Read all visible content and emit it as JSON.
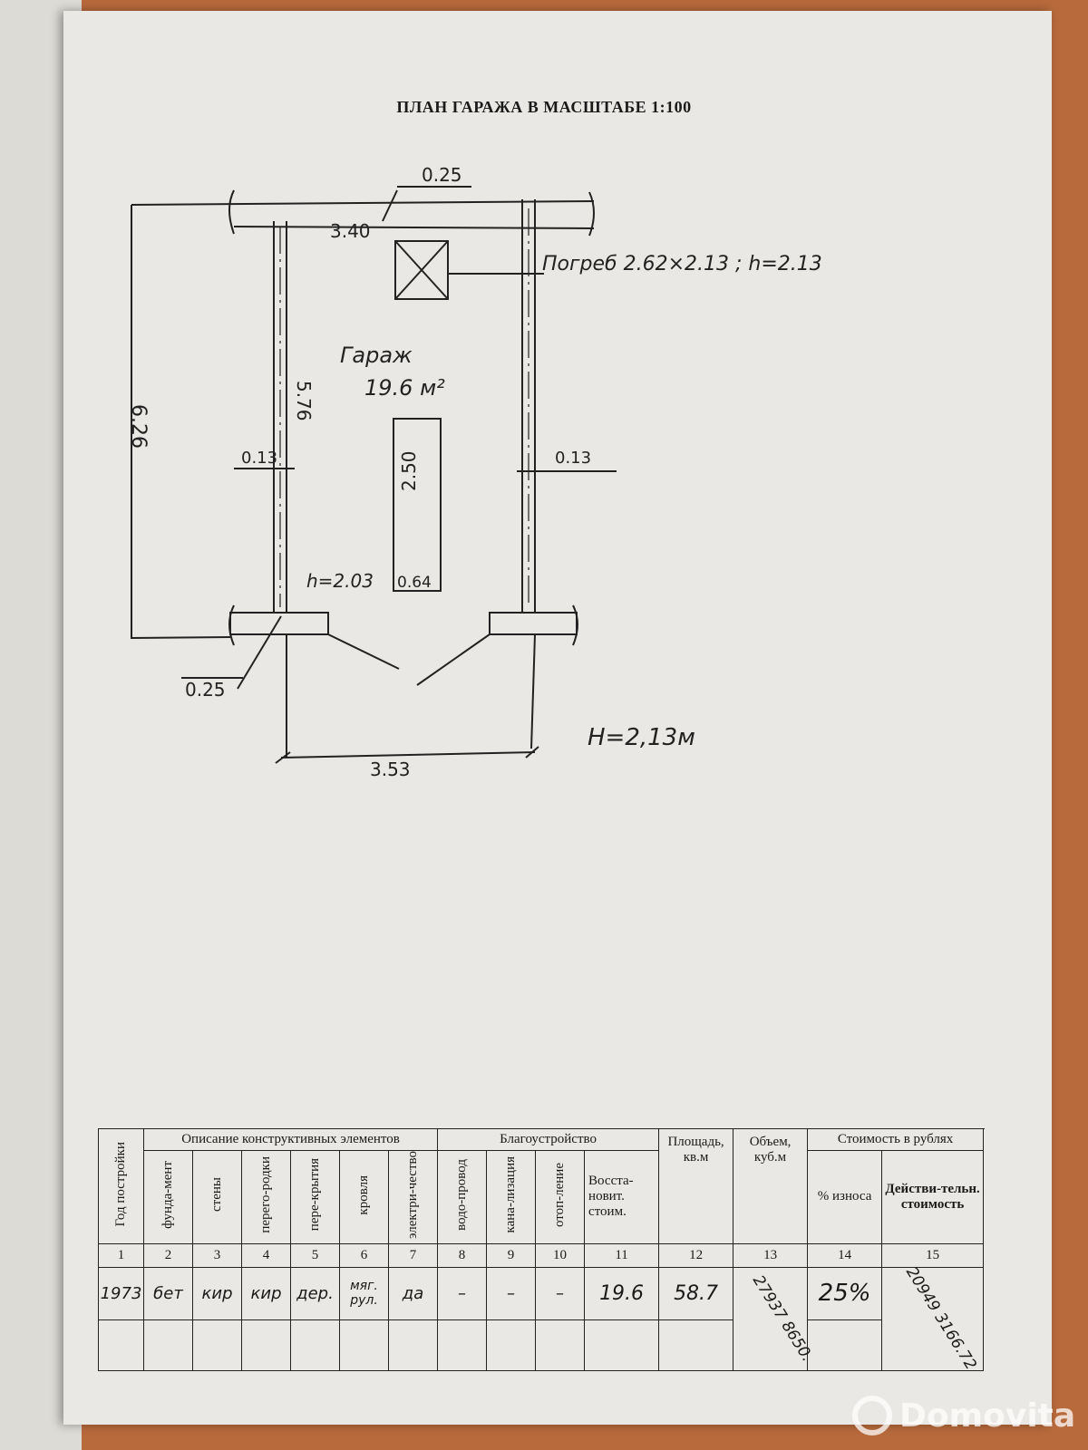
{
  "title": "ПЛАН ГАРАЖА В МАСШТАБЕ 1:100",
  "plan": {
    "wall_top": "0.25",
    "inner_width": "3.40",
    "cellar_label": "Погреб 2.62×2.13 ; h=2.13",
    "room_name": "Гараж",
    "room_area": "19.6 м²",
    "outer_length": "6.26",
    "inner_length": "5.76",
    "wall_left": "0.13",
    "wall_right": "0.13",
    "pit_length": "2.50",
    "pit_width": "0.64",
    "height_h": "h=2.03",
    "wall_bottom": "0.25",
    "outer_width": "3.53",
    "height_H": "H=2,13м"
  },
  "table": {
    "groups": {
      "year": "Год постройки",
      "elements": "Описание конструктивных элементов",
      "amenities": "Благоустройство",
      "area": "Площадь, кв.м",
      "volume": "Объем, куб.м",
      "cost": "Стоимость в рублях"
    },
    "sub": {
      "foundation": "фунда-мент",
      "walls": "стены",
      "partitions": "перего-родки",
      "floors": "пере-крытия",
      "roof": "кровля",
      "electric": "электри-чество",
      "water": "водо-провод",
      "sewer": "кана-лизация",
      "heating": "отоп-ление",
      "restore": "Восста-новит. стоим.",
      "wear": "% износа",
      "actual": "Действи-тельн. стоимость"
    },
    "numbers": [
      "1",
      "2",
      "3",
      "4",
      "5",
      "6",
      "7",
      "8",
      "9",
      "10",
      "11",
      "12",
      "13",
      "14",
      "15"
    ],
    "values": {
      "year": "1973",
      "foundation": "бет",
      "walls": "кир",
      "partitions": "кир",
      "floors": "дер.",
      "roof": "мяг. рул.",
      "electric": "да",
      "water": "–",
      "sewer": "–",
      "heating": "–",
      "area": "19.6",
      "volume": "58.7",
      "restore": "27937 8650.",
      "wear": "25%",
      "actual": "20949 3166.72"
    }
  },
  "watermark": "Domovita"
}
